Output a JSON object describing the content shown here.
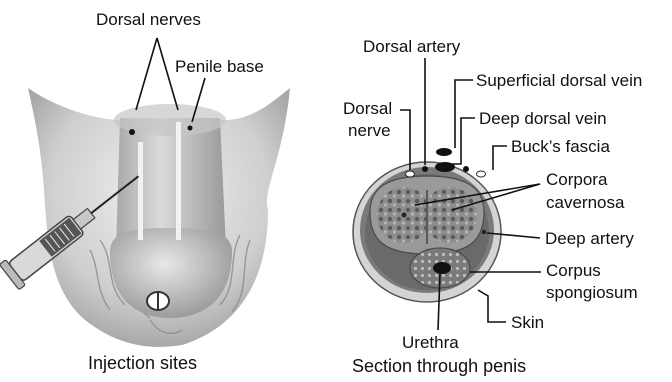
{
  "left_figure": {
    "labels": {
      "dorsal_nerves": "Dorsal nerves",
      "penile_base": "Penile base"
    },
    "caption": "Injection sites"
  },
  "right_figure": {
    "labels": {
      "dorsal_artery": "Dorsal artery",
      "superficial_dorsal_vein": "Superficial dorsal vein",
      "dorsal_nerve_line1": "Dorsal",
      "dorsal_nerve_line2": "nerve",
      "deep_dorsal_vein": "Deep dorsal vein",
      "bucks_fascia": "Buck’s fascia",
      "corpora_cavernosa_line1": "Corpora",
      "corpora_cavernosa_line2": "cavernosa",
      "deep_artery": "Deep artery",
      "corpus_spongiosum_line1": "Corpus",
      "corpus_spongiosum_line2": "spongiosum",
      "skin": "Skin",
      "urethra": "Urethra"
    },
    "caption": "Section through penis"
  },
  "colors": {
    "skin_light": "#e6e6e6",
    "skin_mid": "#b4b4b4",
    "section_outer": "#d4d4d4",
    "section_inner": "#6e6e6e",
    "cavernosa": "#8a8a8a",
    "injection_line": "#f2f2f2"
  }
}
